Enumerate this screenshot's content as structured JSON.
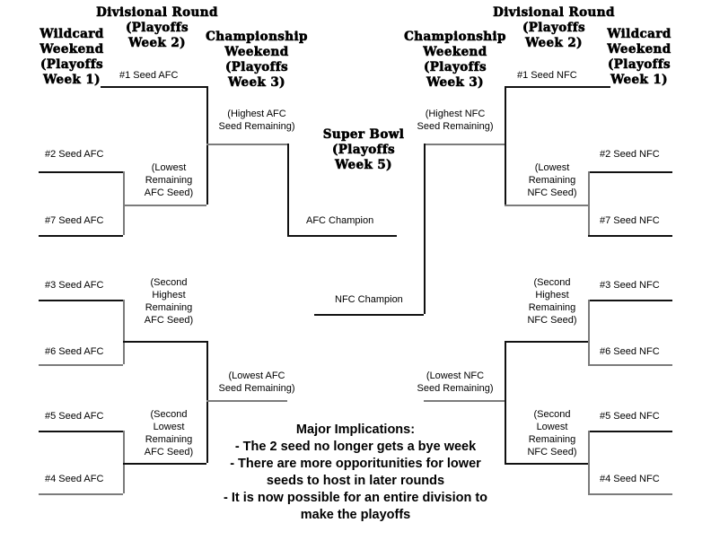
{
  "headings": {
    "wildcard_afc": "Wildcard\nWeekend\n(Playoffs\nWeek 1)",
    "divisional_afc": "Divisional Round\n(Playoffs\nWeek 2)",
    "championship_afc": "Championship\nWeekend\n(Playoffs\nWeek 3)",
    "super_bowl": "Super Bowl\n(Playoffs\nWeek 5)",
    "championship_nfc": "Championship\nWeekend\n(Playoffs\nWeek 3)",
    "divisional_nfc": "Divisional Round\n(Playoffs\nWeek 2)",
    "wildcard_nfc": "Wildcard\nWeekend\n(Playoffs\nWeek 1)"
  },
  "afc": {
    "seed1": "#1 Seed AFC",
    "seed2": "#2 Seed AFC",
    "seed7": "#7 Seed AFC",
    "seed3": "#3 Seed AFC",
    "seed6": "#6 Seed AFC",
    "seed5": "#5 Seed AFC",
    "seed4": "#4 Seed AFC",
    "lowest_remaining": "(Lowest\nRemaining\nAFC Seed)",
    "second_highest_remaining": "(Second\nHighest\nRemaining\nAFC Seed)",
    "second_lowest_remaining": "(Second\nLowest\nRemaining\nAFC Seed)",
    "highest_seed_remaining": "(Highest AFC\nSeed Remaining)",
    "lowest_seed_remaining": "(Lowest AFC\nSeed Remaining)",
    "champion": "AFC Champion"
  },
  "nfc": {
    "seed1": "#1 Seed NFC",
    "seed2": "#2 Seed NFC",
    "seed7": "#7 Seed NFC",
    "seed3": "#3 Seed NFC",
    "seed6": "#6 Seed NFC",
    "seed5": "#5 Seed NFC",
    "seed4": "#4 Seed NFC",
    "lowest_remaining": "(Lowest\nRemaining\nNFC Seed)",
    "second_highest_remaining": "(Second\nHighest\nRemaining\nNFC Seed)",
    "second_lowest_remaining": "(Second\nLowest\nRemaining\nNFC Seed)",
    "highest_seed_remaining": "(Highest NFC\nSeed Remaining)",
    "lowest_seed_remaining": "(Lowest NFC\nSeed Remaining)",
    "champion": "NFC Champion"
  },
  "implications": {
    "title": "Major Implications:",
    "line1": "- The 2 seed no longer gets a bye week",
    "line2": "- There are more opporitunities for lower",
    "line3": "seeds to host in later rounds",
    "line4": "- It is now possible for an entire division to",
    "line5": "make the playoffs"
  },
  "colors": {
    "line": "#111111",
    "line_soft": "#7b7b7b",
    "text": "#000000",
    "background": "#ffffff"
  }
}
